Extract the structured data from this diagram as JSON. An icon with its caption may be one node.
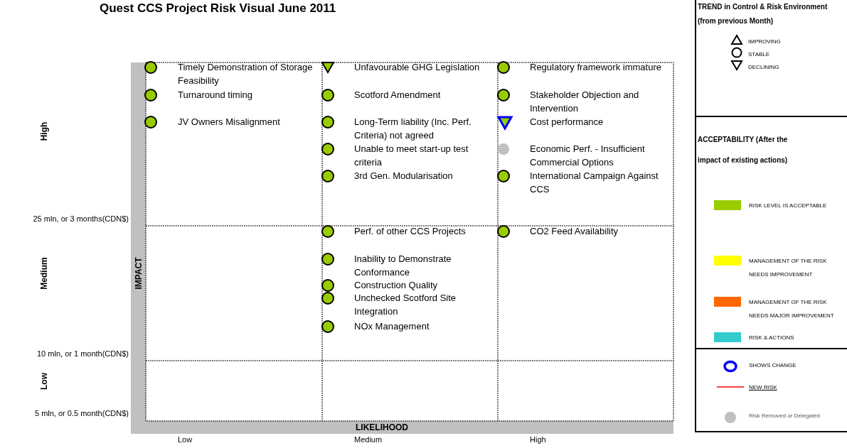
{
  "diagram": {
    "title": "Quest CCS Project Risk Visual June 2011",
    "labels": [
      "TREND in Control & Risk Environment (from previous Month)",
      "ACCEPTABILITY (After the impact of existing actions)",
      "High",
      "25 mln, or 3 months(CDN$)",
      "Medium",
      "10 mln, or 1 month(CDN$)",
      "Low",
      "5 mln, or 0.5 month(CDN$)",
      "IMPACT",
      "LIKELIHOOD",
      "Low",
      "Medium",
      "High",
      "Timely Demonstration of Storage Feasibility",
      "Unfavourable GHG Legislation",
      "Regulatory framework immature",
      "Turnaround timing",
      "Scotford Amendment",
      "Stakeholder Objection and Intervention",
      "JV Owners Misalignment",
      "Long-Term liability (Inc. Perf. Criteria) not agreed",
      "Cost performance",
      "Unable to meet start-up test criteria",
      "Economic Perf. - Insufficient Commercial Options",
      "3rd Gen. Modularisation",
      "International Campaign Against CCS",
      "Perf. of other CCS Projects",
      "CO2 Feed Availability",
      "Inability to Demonstrate Conformance",
      "Construction Quality",
      "Unchecked Scotford Site Integration",
      "NOx Management"
    ],
    "legend": [
      {
        "text": "IMPROVING"
      },
      {
        "text": "STABLE"
      },
      {
        "text": "DECLINING"
      },
      {
        "text": "RISK LEVEL IS ACCEPTABLE",
        "color": "#99cc00"
      },
      {
        "text": "MANAGEMENT OF THE RISK NEEDS IMPROVEMENT",
        "color": "#ffff00"
      },
      {
        "text": "MANAGEMENT OF THE RISK NEEDS MAJOR IMPROVEMENT",
        "color": "#ff6600"
      },
      {
        "text": "RISK & ACTIONS",
        "color": "#33cccc"
      },
      {
        "text": "SHOWS CHANGE"
      },
      {
        "text": "NEW RISK"
      },
      {
        "text": "Risk Removed or Delegated"
      }
    ]
  }
}
